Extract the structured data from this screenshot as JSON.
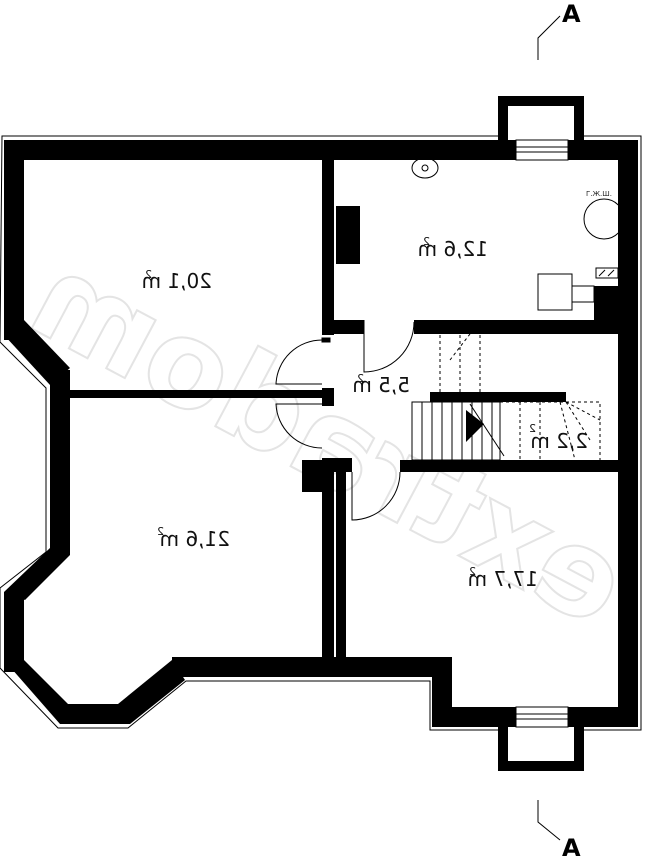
{
  "section_marker": {
    "top_letter": "A",
    "bottom_letter": "A"
  },
  "rooms": [
    {
      "id": "room-top-left",
      "area": "20,1 m",
      "unit_sup": "2"
    },
    {
      "id": "room-top-right",
      "area": "12,6 m",
      "unit_sup": "2"
    },
    {
      "id": "hall",
      "area": "5,5 m",
      "unit_sup": "2"
    },
    {
      "id": "stairs",
      "area": "2,2 m",
      "unit_sup": "2"
    },
    {
      "id": "room-bottom-left",
      "area": "21,6 m",
      "unit_sup": "2"
    },
    {
      "id": "room-bottom-right",
      "area": "17,7 m",
      "unit_sup": "2"
    }
  ],
  "fixture_label": "Г.Ж.Ш.",
  "watermark_text": "extradom"
}
